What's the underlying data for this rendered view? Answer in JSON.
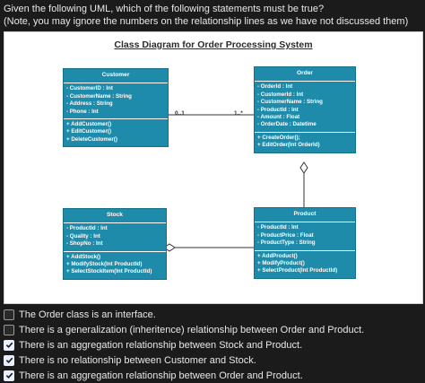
{
  "question": {
    "line1": "Given the following UML, which of the following statements must be true?",
    "line2": "(Note, you may ignore the numbers on the relationship lines as we have not discussed them)"
  },
  "diagram": {
    "title": "Class Diagram for Order Processing System",
    "classes": {
      "customer": {
        "name": "Customer",
        "attributes": [
          "- CustomerID : Int",
          "- CustomerName : String",
          "- Address : String",
          "- Phone : Int"
        ],
        "methods": [
          "+ AddCustomer()",
          "+ EditCustomer()",
          "+ DeleteCustomer()"
        ]
      },
      "order": {
        "name": "Order",
        "attributes": [
          "- OrderId : Int",
          "- CustomerId : Int",
          "- CustomerName : String",
          "- ProductId : Int",
          "- Amount : Float",
          "- OrderDate : Datetime"
        ],
        "methods": [
          "+ CreateOrder();",
          "+ EditOrder(Int OrderId)"
        ]
      },
      "stock": {
        "name": "Stock",
        "attributes": [
          "- ProductId : Int",
          "- Quality : Int",
          "- ShopNo : Int"
        ],
        "methods": [
          "+ AddStock()",
          "+ ModifyStock(Int ProductId)",
          "+ SelectStockItem(Int ProductId)"
        ]
      },
      "product": {
        "name": "Product",
        "attributes": [
          "- ProductId : Int",
          "- ProductPrice : Float",
          "- ProductType : String"
        ],
        "methods": [
          "+ AddProduct()",
          "+ ModifyProduct()",
          "+ SelectProduct(Int ProductId)"
        ]
      }
    },
    "multiplicities": {
      "customer_side": "0..1",
      "order_side": "1..*"
    },
    "colors": {
      "class_fill": "#1e8bab",
      "class_border": "#15708a",
      "line": "#333333"
    }
  },
  "options": [
    {
      "label": "The Order class is an interface.",
      "checked": false
    },
    {
      "label": "There is a generalization (inheritence) relationship between Order and Product.",
      "checked": false
    },
    {
      "label": "There is an aggregation relationship between Stock and Product.",
      "checked": true
    },
    {
      "label": "There is no relationship between Customer and Stock.",
      "checked": true
    },
    {
      "label": "There is an aggregation relationship between Order and Product.",
      "checked": true
    }
  ]
}
